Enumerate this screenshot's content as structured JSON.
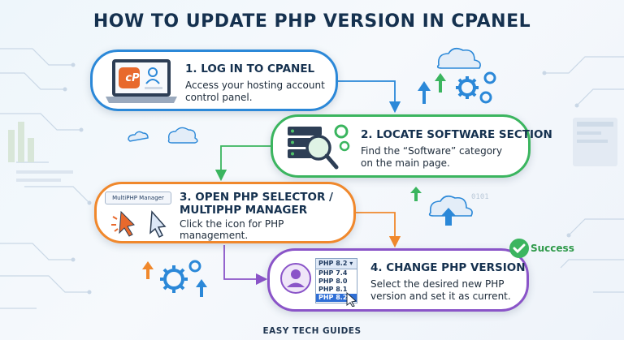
{
  "title": "HOW TO UPDATE PHP VERSION IN CPANEL",
  "steps": [
    {
      "heading": "1. LOG IN TO CPANEL",
      "desc_line1": "Access your hosting account",
      "desc_line2": "control panel."
    },
    {
      "heading": "2. LOCATE SOFTWARE SECTION",
      "desc_line1": "Find the “Software” category",
      "desc_line2": "on the main page."
    },
    {
      "heading_line1": "3. OPEN PHP SELECTOR /",
      "heading_line2": "MULTIPHP MANAGER",
      "desc_line1": "Click the icon for PHP",
      "desc_line2": "management.",
      "button_label": "MultiPHP Manager"
    },
    {
      "heading": "4. CHANGE PHP VERSION",
      "desc_line1": "Select the desired new PHP",
      "desc_line2": "version and set it as current."
    }
  ],
  "php_dropdown": {
    "selected": "PHP 8.2",
    "options": [
      "PHP 7.4",
      "PHP 8.0",
      "PHP 8.1",
      "PHP 8.2"
    ],
    "highlighted": "PHP 8.2"
  },
  "logo_text": "cP",
  "success_label": "Success",
  "binary_text": "0101",
  "footer": "EASY TECH GUIDES",
  "icons": [
    "cpanel-laptop-icon",
    "server-search-icon",
    "cursor-icon",
    "user-avatar-icon",
    "gear-icon",
    "cloud-icon",
    "arrow-up-icon",
    "check-circle-icon"
  ],
  "colors": {
    "step1": "#2b88d8",
    "step2": "#3bb55f",
    "step3": "#f0882c",
    "step4": "#8a54c8",
    "title": "#15314f",
    "success": "#2f9a4a"
  }
}
